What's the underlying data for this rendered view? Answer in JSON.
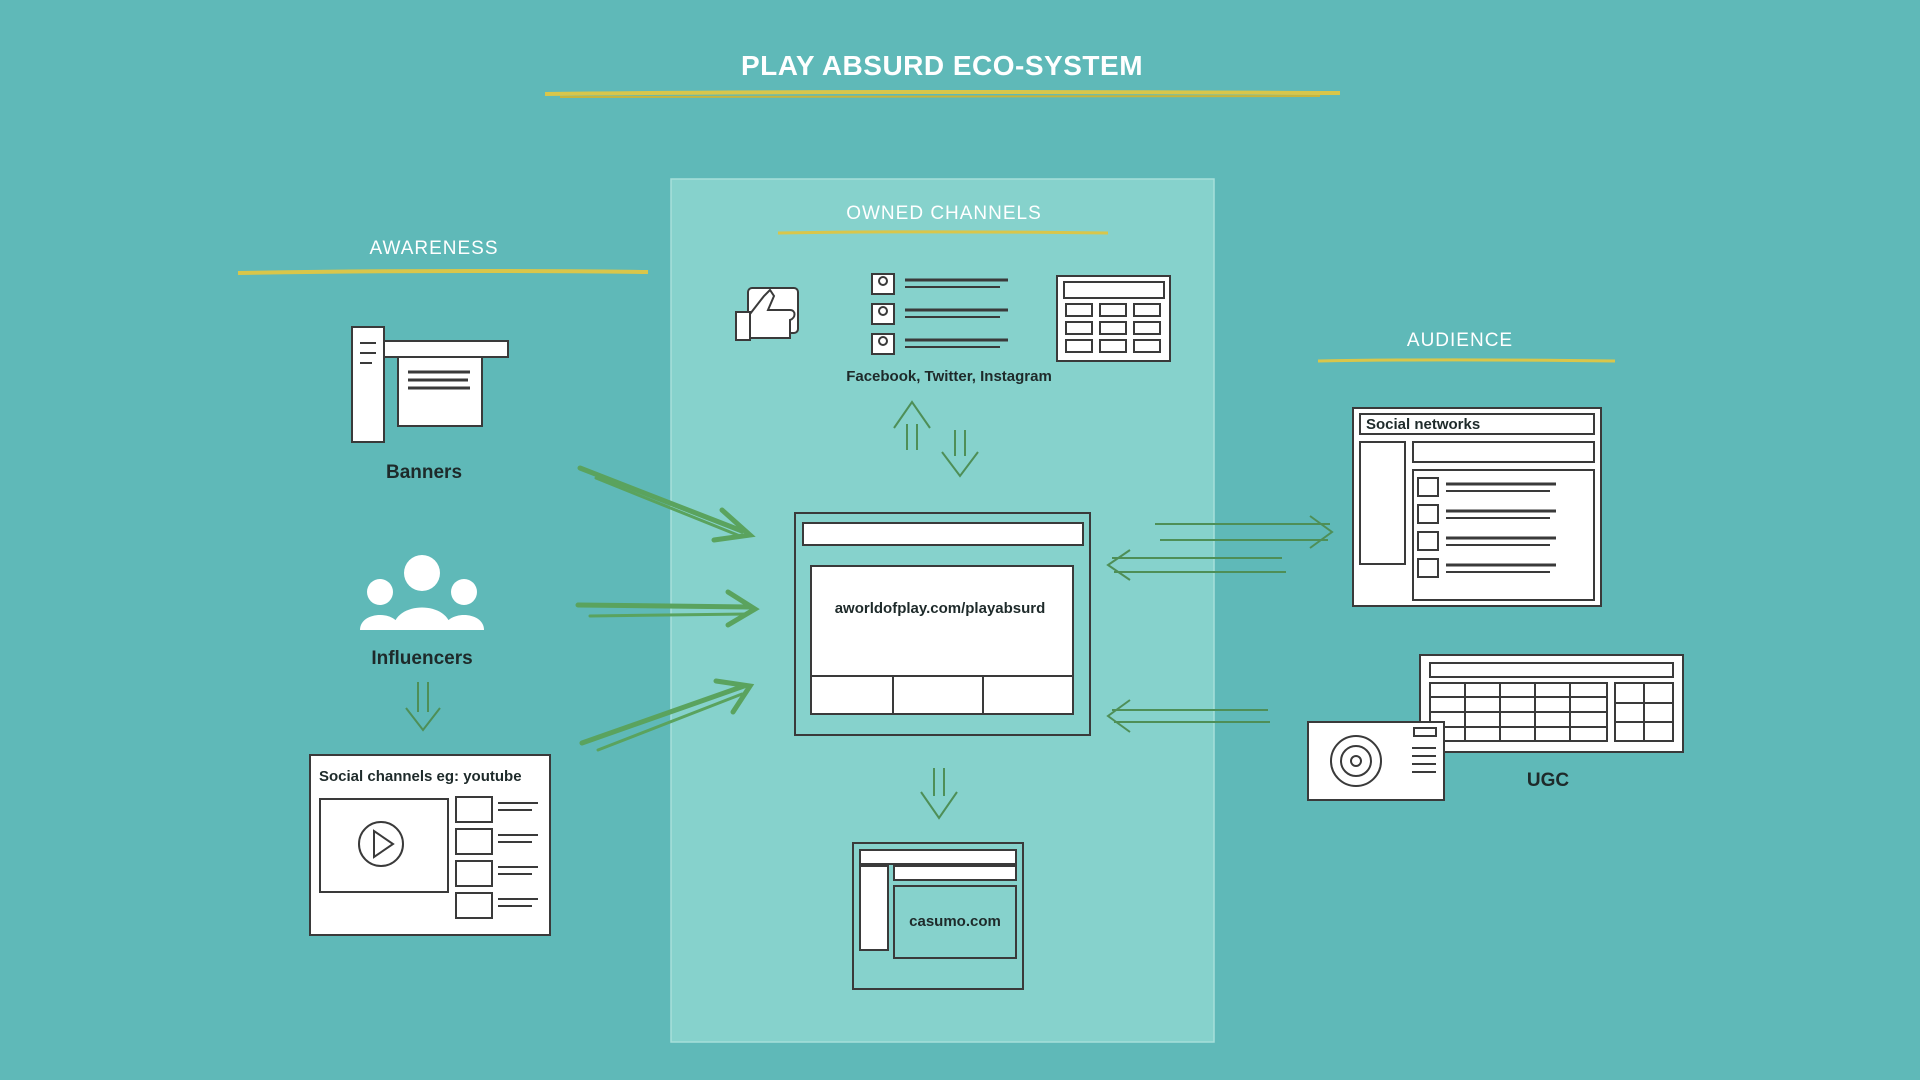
{
  "title": "PLAY ABSURD ECO-SYSTEM",
  "sections": {
    "awareness": "AWARENESS",
    "owned": "OWNED CHANNELS",
    "audience": "AUDIENCE"
  },
  "nodes": {
    "banners": "Banners",
    "influencers": "Influencers",
    "social_youtube": "Social channels eg: youtube",
    "social_media": "Facebook, Twitter, Instagram",
    "microsite": "aworldofplay.com/playabsurd",
    "casumo": "casumo.com",
    "social_networks": "Social networks",
    "ugc": "UGC"
  },
  "colors": {
    "background": "#5fb9b8",
    "panel": "#86d2cc",
    "underline": "#d9c64a",
    "arrow": "#5aa35e",
    "arrow_thin": "#4e8f57",
    "sketch": "#3a3a3a"
  }
}
